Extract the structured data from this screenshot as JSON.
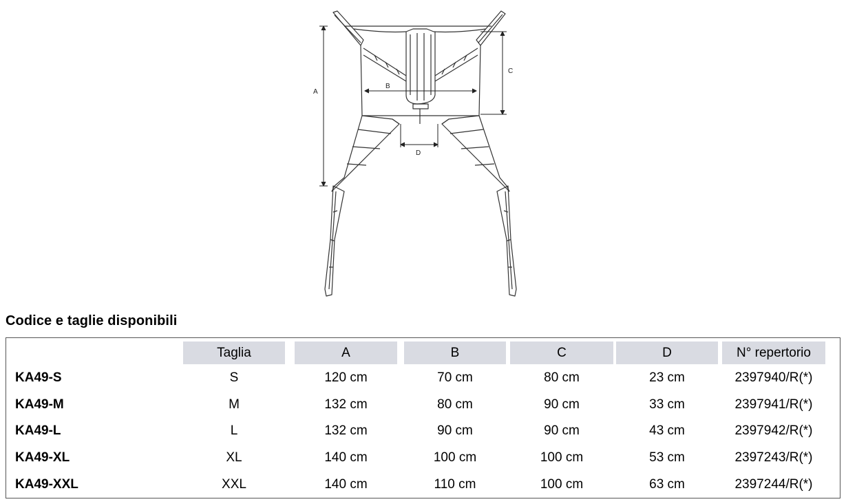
{
  "diagram": {
    "labels": {
      "a": "A",
      "b": "B",
      "c": "C",
      "d": "D"
    }
  },
  "section_title": "Codice e taglie disponibili",
  "table": {
    "headers": [
      "",
      "Taglia",
      "A",
      "B",
      "C",
      "D",
      "N° repertorio"
    ],
    "rows": [
      {
        "code": "KA49-S",
        "size": "S",
        "a": "120 cm",
        "b": "70 cm",
        "c": "80 cm",
        "d": "23 cm",
        "rep": "2397940/R(*)"
      },
      {
        "code": "KA49-M",
        "size": "M",
        "a": "132 cm",
        "b": "80 cm",
        "c": "90 cm",
        "d": "33 cm",
        "rep": "2397941/R(*)"
      },
      {
        "code": "KA49-L",
        "size": "L",
        "a": "132 cm",
        "b": "90 cm",
        "c": "90 cm",
        "d": "43 cm",
        "rep": "2397942/R(*)"
      },
      {
        "code": "KA49-XL",
        "size": "XL",
        "a": "140 cm",
        "b": "100 cm",
        "c": "100 cm",
        "d": "53 cm",
        "rep": "2397243/R(*)"
      },
      {
        "code": "KA49-XXL",
        "size": "XXL",
        "a": "140 cm",
        "b": "110 cm",
        "c": "100 cm",
        "d": "63 cm",
        "rep": "2397244/R(*)"
      }
    ]
  },
  "colors": {
    "header_bg": "#d9dbe2",
    "line": "#333333"
  }
}
